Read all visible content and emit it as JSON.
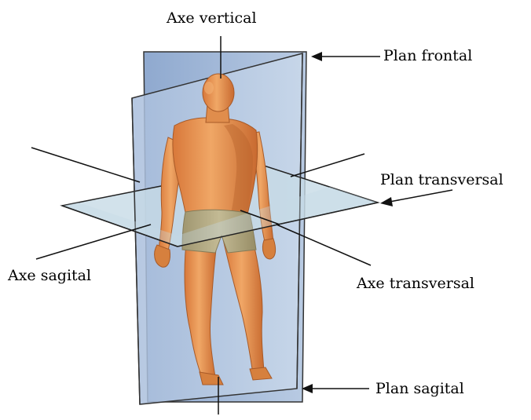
{
  "labels": {
    "axe_vertical": "Axe vertical",
    "plan_frontal": "Plan frontal",
    "plan_transversal": "Plan transversal",
    "axe_sagital": "Axe sagital",
    "axe_transversal": "Axe transversal",
    "plan_sagital": "Plan sagital"
  },
  "colors": {
    "plane_blue": "#9fb6d8",
    "plane_transverse": "#c7dbe6",
    "skin": "#e6904e",
    "skin_shadow": "#b8642c",
    "shorts": "#b7ad86",
    "line": "#111111"
  }
}
